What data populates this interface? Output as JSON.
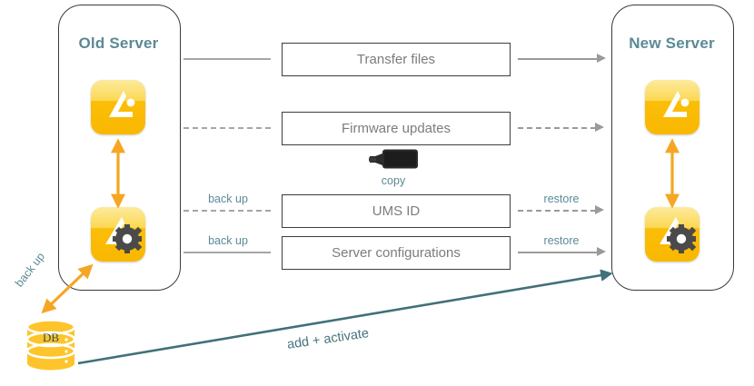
{
  "diagram": {
    "title_old": "Old Server",
    "title_new": "New Server",
    "db_label": "DB",
    "db_backup_label": "back up",
    "transfer_label": "add + activate",
    "usb": {
      "icon": "usb-stick-icon",
      "label": "copy"
    },
    "rows": [
      {
        "id": "transfer-files",
        "box_label": "Transfer files",
        "left_label": "",
        "right_label": "",
        "style": "solid"
      },
      {
        "id": "firmware-updates",
        "box_label": "Firmware updates",
        "left_label": "",
        "right_label": "",
        "style": "dashed"
      },
      {
        "id": "ums-id",
        "box_label": "UMS ID",
        "left_label": "back up",
        "right_label": "restore",
        "style": "dashed"
      },
      {
        "id": "server-configurations",
        "box_label": "Server configurations",
        "left_label": "back up",
        "right_label": "restore",
        "style": "solid"
      }
    ],
    "icons": {
      "app": "ums-app-icon",
      "app_config": "ums-config-gear-icon",
      "sync_arrow": "vertical-double-arrow-icon",
      "db": "database-cylinder-icon"
    },
    "colors": {
      "title": "#5b8996",
      "label": "#5b8996",
      "accent_orange": "#f5a623",
      "accent_teal": "#41707a",
      "line_gray": "#a6a6a6",
      "box_text": "#7c7c7c",
      "icon_yellow": "#f9bf04"
    }
  }
}
